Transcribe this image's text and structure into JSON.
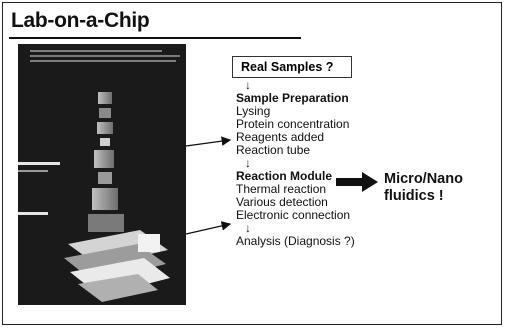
{
  "slide": {
    "title": "Lab-on-a-Chip",
    "box_label": "Real Samples ?",
    "arrow_glyph": "↓",
    "sample_prep": {
      "heading": "Sample Preparation",
      "items": [
        "Lysing",
        "Protein concentration",
        "Reagents added",
        "Reaction tube"
      ]
    },
    "reaction_module": {
      "heading": "Reaction Module",
      "items": [
        "Thermal reaction",
        "Various detection",
        "Electronic connection"
      ]
    },
    "analysis": "Analysis (Diagnosis ?)",
    "callout": {
      "line1": "Micro/Nano",
      "line2": "fluidics !"
    }
  },
  "colors": {
    "photo_bg": "#1a1a1a",
    "text": "#111111"
  }
}
